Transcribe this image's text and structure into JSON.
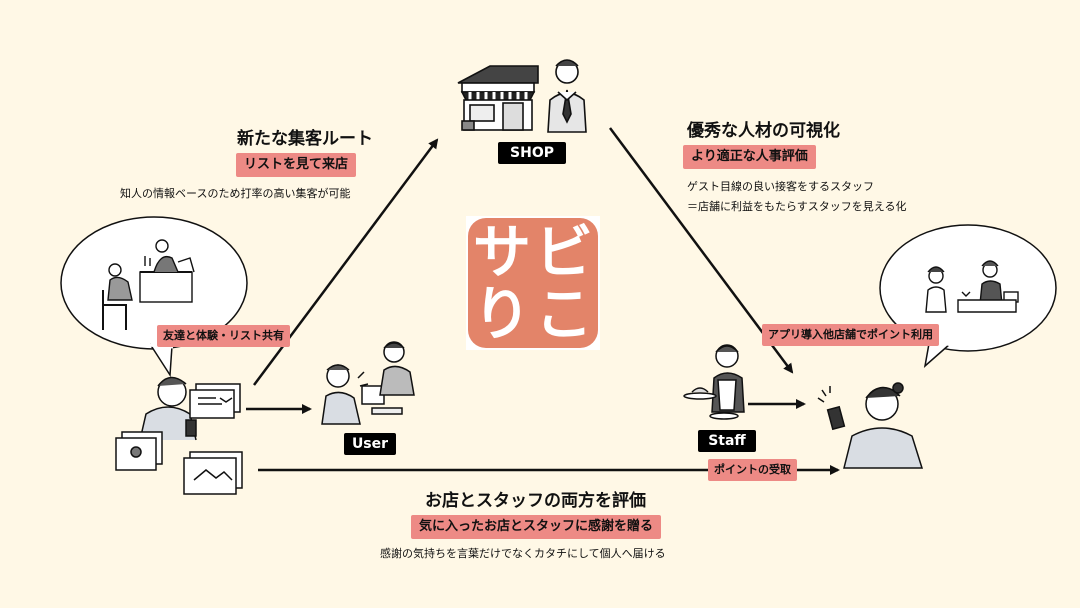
{
  "logo": {
    "chars": [
      "サ",
      "ビ",
      "り",
      "こ"
    ],
    "bg_color": "#e38469"
  },
  "nodes": {
    "shop": {
      "label": "SHOP"
    },
    "user": {
      "label": "User"
    },
    "staff": {
      "label": "Staff"
    }
  },
  "edges": {
    "user_to_shop": {
      "heading": "新たな集客ルート",
      "highlight": "リストを見て来店",
      "desc": "知人の情報ベースのため打率の高い集客が可能"
    },
    "shop_to_staff": {
      "heading": "優秀な人材の可視化",
      "highlight": "より適正な人事評価",
      "desc_lines": [
        "ゲスト目線の良い接客をするスタッフ",
        "＝店舗に利益をもたらすスタッフを見える化"
      ]
    },
    "user_to_staff": {
      "heading": "お店とスタッフの両方を評価",
      "highlight": "気に入ったお店とスタッフに感謝を贈る",
      "desc": "感謝の気持ちを言葉だけでなくカタチにして個人へ届ける"
    }
  },
  "bubbles": {
    "left": {
      "label": "友達と体験・リスト共有"
    },
    "right": {
      "label": "アプリ導入他店舗でポイント利用"
    }
  },
  "arrow_labels": {
    "points": "ポイントの受取"
  },
  "colors": {
    "background": "#fff8e6",
    "highlight": "#ed8a85",
    "tag": "#000000"
  }
}
